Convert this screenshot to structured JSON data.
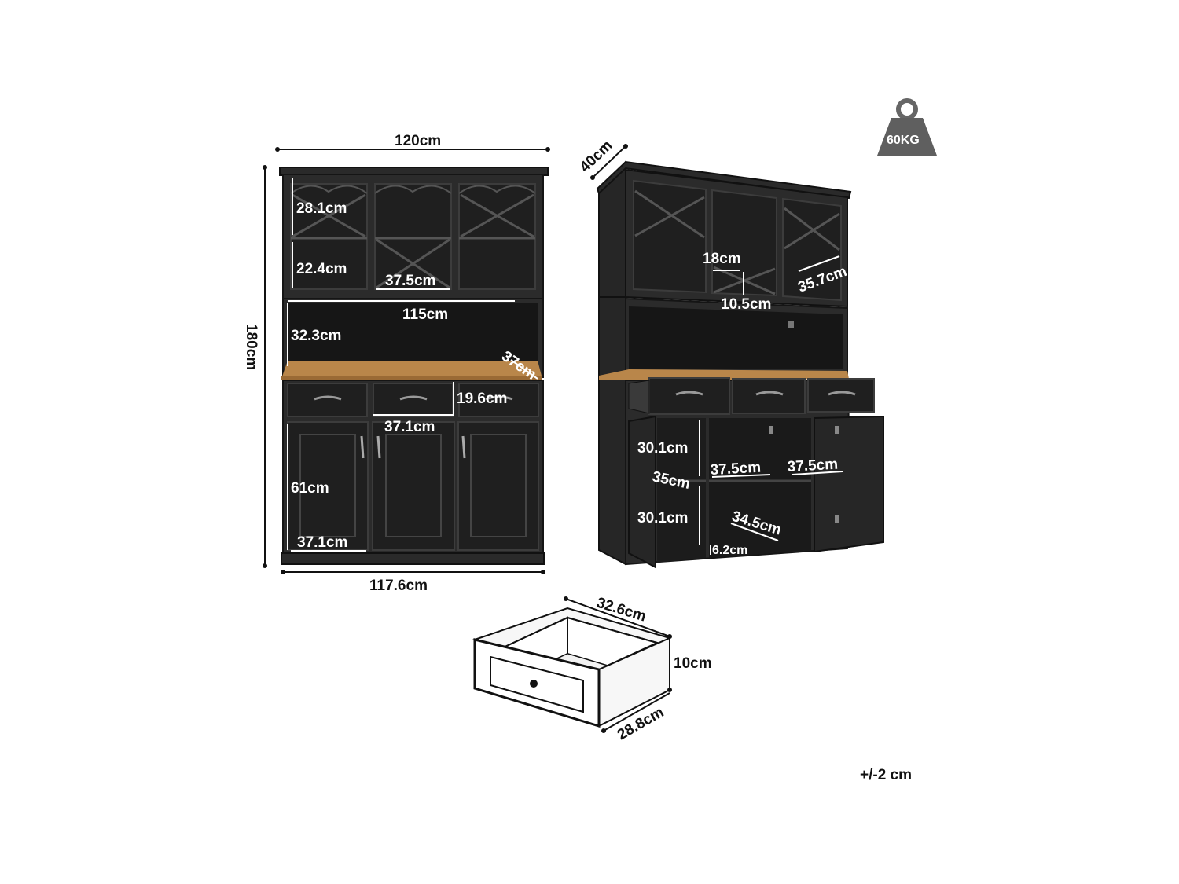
{
  "front": {
    "width_top": "120cm",
    "height": "180cm",
    "width_bottom": "117.6cm",
    "cubby_height_top": "28.1cm",
    "cubby_height_lower": "22.4cm",
    "cubby_width": "37.5cm",
    "open_width": "115cm",
    "open_height": "32.3cm",
    "counter_depth": "37cm",
    "drawer_height": "19.6cm",
    "drawer_width": "37.1cm",
    "door_height": "61cm",
    "door_width": "37.1cm"
  },
  "side": {
    "depth": "40cm",
    "rack_width": "18cm",
    "rack_height": "10.5cm",
    "cubby_depth": "35.7cm",
    "shelf_height_upper": "30.1cm",
    "shelf_height_lower": "30.1cm",
    "shelf_depth": "35cm",
    "compartment_width_left": "37.5cm",
    "compartment_width_right": "37.5cm",
    "inner_depth": "34.5cm",
    "leg_height": "6.2cm"
  },
  "drawer_detail": {
    "width": "32.6cm",
    "height": "10cm",
    "depth": "28.8cm"
  },
  "weight": {
    "label": "60KG",
    "icon": "weight-icon"
  },
  "tolerance": "+/-2 cm"
}
